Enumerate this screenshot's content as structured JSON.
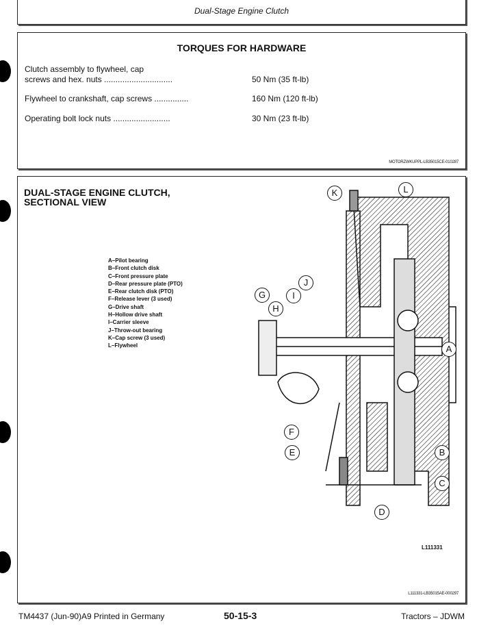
{
  "header": {
    "title": "Dual-Stage Engine Clutch"
  },
  "torques": {
    "title": "TORQUES FOR HARDWARE",
    "rows": [
      {
        "label_1": "Clutch assembly to flywheel, cap",
        "label_2": "screws and hex. nuts ..............................",
        "value": "50 Nm (35 ft-lb)"
      },
      {
        "label": "Flywheel to crankshaft, cap screws ...............",
        "value": "160 Nm (120 ft-lb)"
      },
      {
        "label": "Operating bolt lock nuts .........................",
        "value": "30 Nm (23 ft-lb)"
      }
    ],
    "code": "MOTORZWKUPPL-LB35015CE-010287"
  },
  "figure": {
    "title_1": "DUAL-STAGE ENGINE CLUTCH,",
    "title_2": "SECTIONAL VIEW",
    "legend": [
      "A–Pilot bearing",
      "B–Front clutch disk",
      "C–Front pressure plate",
      "D–Rear pressure plate (PTO)",
      "E–Rear clutch disk (PTO)",
      "F–Release lever (3 used)",
      "G–Drive shaft",
      "H–Hollow drive shaft",
      "I–Carrier sleeve",
      "J–Throw-out bearing",
      "K–Cap screw (3 used)",
      "L–Flywheel"
    ],
    "callouts": [
      "K",
      "L",
      "J",
      "G",
      "I",
      "H",
      "A",
      "F",
      "E",
      "B",
      "C",
      "D"
    ],
    "image_id": "L111331",
    "code": "L111331-LB35015AE-000297"
  },
  "footer": {
    "left": "TM4437 (Jun-90)A9 Printed in Germany",
    "center": "50-15-3",
    "right": "Tractors – JDWM"
  }
}
